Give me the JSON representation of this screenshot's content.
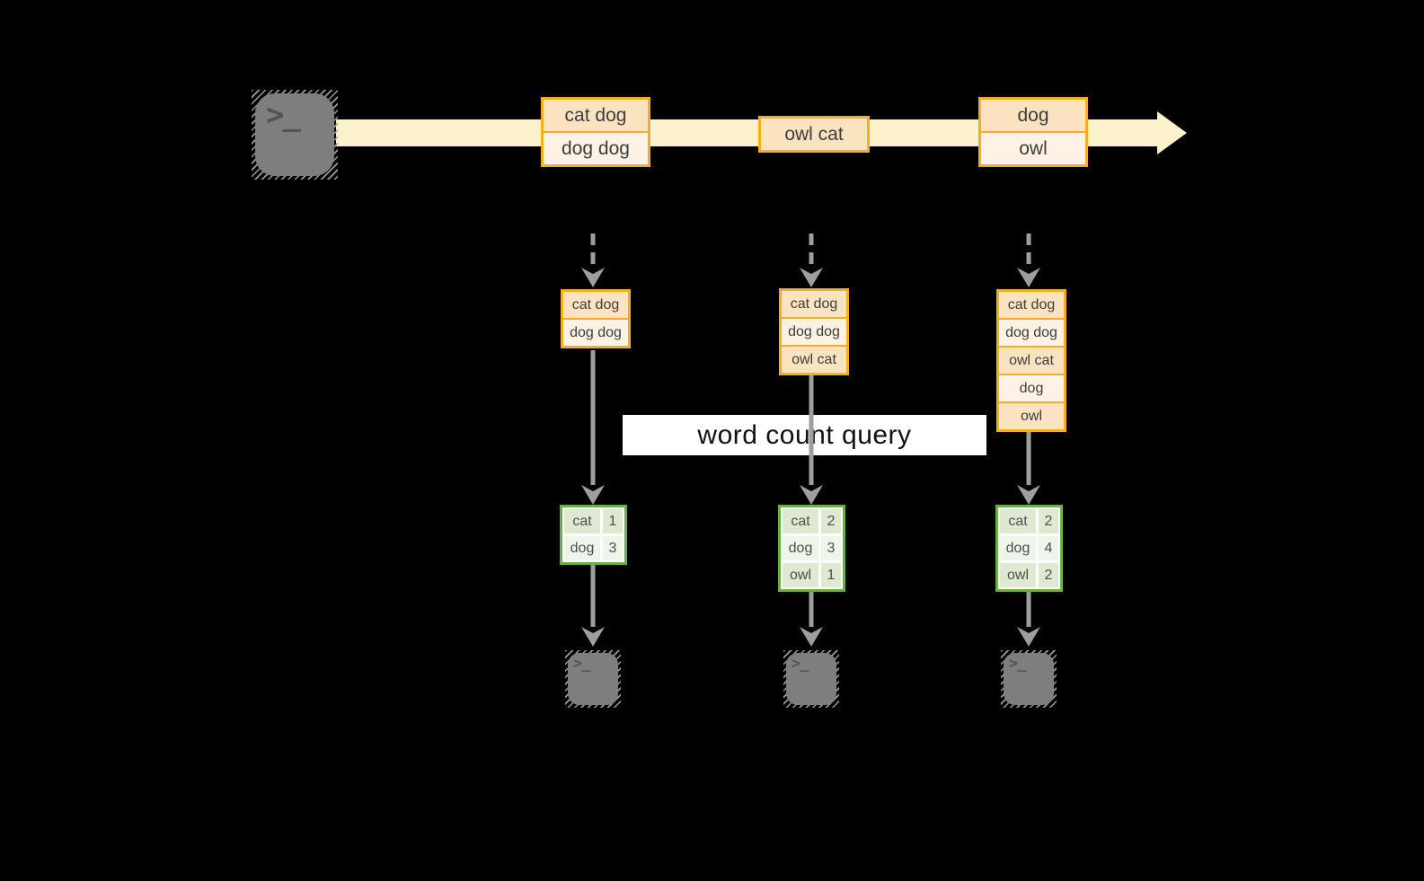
{
  "query_banner": {
    "label": "word count query"
  },
  "stream": {
    "batches": [
      {
        "rows": [
          "cat dog",
          "dog dog"
        ]
      },
      {
        "rows": [
          "owl cat"
        ]
      },
      {
        "rows": [
          "dog",
          "owl"
        ]
      }
    ]
  },
  "columns": [
    {
      "buffer_rows": [
        "cat dog",
        "dog dog"
      ],
      "counts": [
        {
          "word": "cat",
          "count": "1"
        },
        {
          "word": "dog",
          "count": "3"
        }
      ]
    },
    {
      "buffer_rows": [
        "cat dog",
        "dog dog",
        "owl cat"
      ],
      "counts": [
        {
          "word": "cat",
          "count": "2"
        },
        {
          "word": "dog",
          "count": "3"
        },
        {
          "word": "owl",
          "count": "1"
        }
      ]
    },
    {
      "buffer_rows": [
        "cat dog",
        "dog dog",
        "owl cat",
        "dog",
        "owl"
      ],
      "counts": [
        {
          "word": "cat",
          "count": "2"
        },
        {
          "word": "dog",
          "count": "4"
        },
        {
          "word": "owl",
          "count": "2"
        }
      ]
    }
  ],
  "icons": {
    "terminal_glyph": ">_"
  },
  "colors": {
    "background": "#000000",
    "stream_band": "#FBF1CB",
    "record_border": "#F2B01E",
    "record_row_dark": "#FBE3C2",
    "record_row_light": "#FDF2E3",
    "table_border": "#6FAD47",
    "table_row_dark": "#DFE9D2",
    "table_row_light": "#F0F5EC",
    "arrow": "#9E9E9E",
    "terminal_fill": "#7E7E7E",
    "banner_bg": "#FFFFFF",
    "banner_text": "#111111"
  }
}
